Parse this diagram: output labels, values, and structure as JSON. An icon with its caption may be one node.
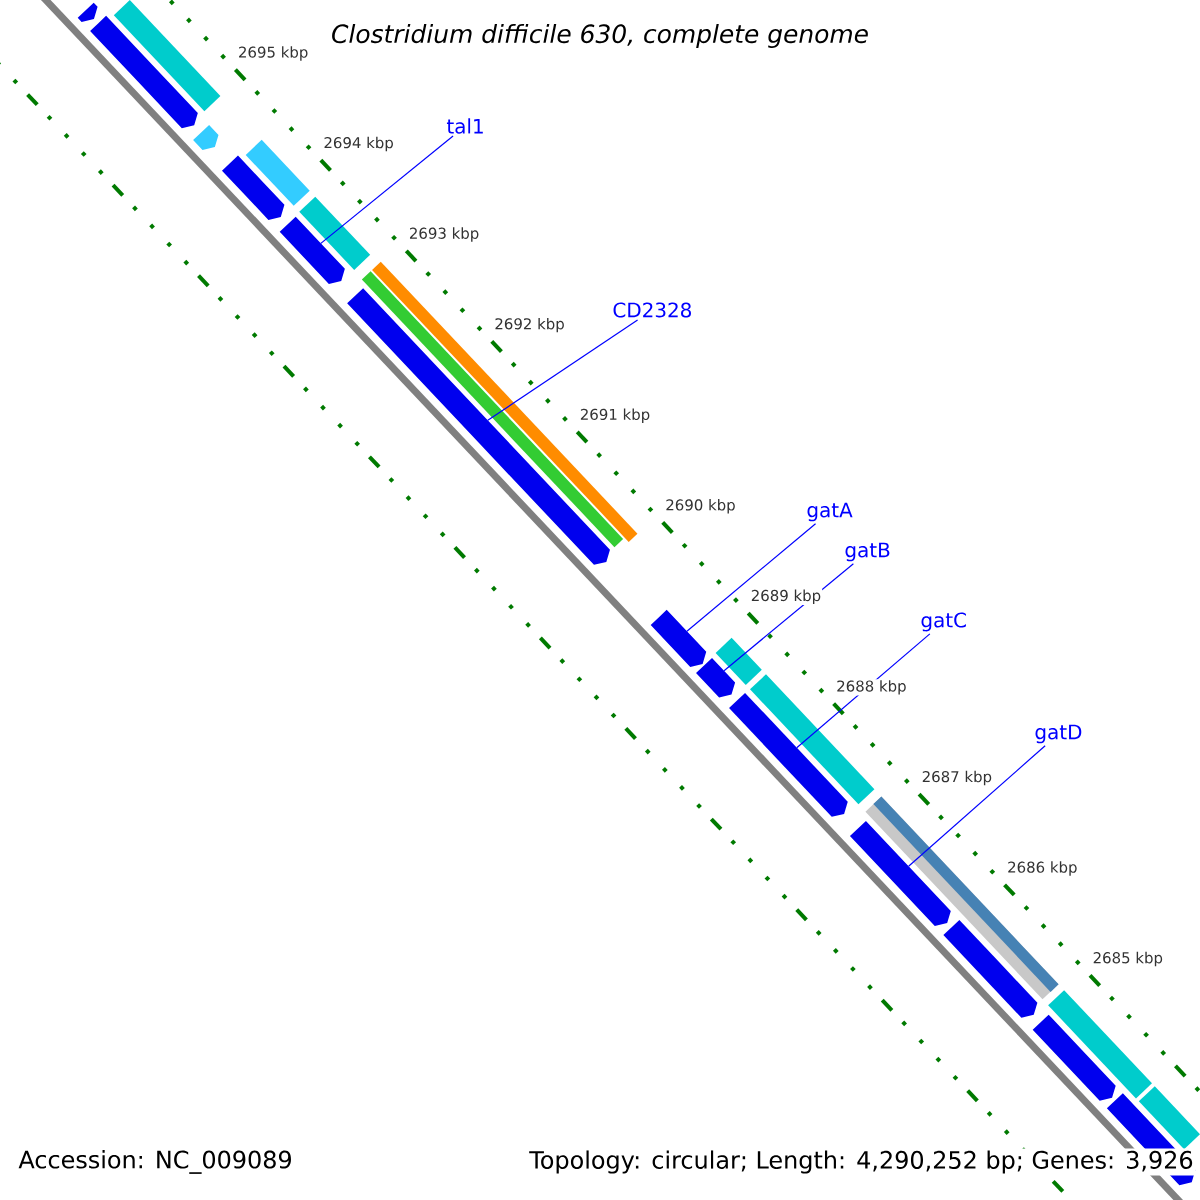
{
  "diagram": {
    "title": "Clostridium difficile 630, complete genome",
    "nodes": [
      {
        "text": [],
        "shape": "bar"
      },
      {
        "text": [],
        "shape": "bar"
      },
      {
        "text": [],
        "shape": "bar"
      },
      {
        "text": [],
        "shape": "bar"
      },
      {
        "text": [],
        "shape": "bar"
      },
      {
        "text": [],
        "shape": "bar"
      },
      {
        "text": [],
        "shape": "bar"
      },
      {
        "text": [],
        "shape": "bar"
      },
      {
        "text": [],
        "shape": "bar"
      },
      {
        "text": [],
        "shape": "bar"
      },
      {
        "text": [],
        "shape": "bar"
      },
      {
        "text": [],
        "shape": "bar"
      },
      {
        "text": [],
        "shape": "bar"
      },
      {
        "text": [],
        "shape": "bar"
      },
      {
        "text": [],
        "shape": "bar"
      },
      {
        "text": [],
        "shape": "bar"
      },
      {
        "text": [],
        "shape": "bar"
      },
      {
        "text": [],
        "shape": "bar"
      },
      {
        "text": [],
        "shape": "bar"
      },
      {
        "text": [],
        "shape": "bar"
      },
      {
        "text": [],
        "shape": "bar"
      },
      {
        "text": [],
        "shape": "bar"
      },
      {
        "text": [],
        "shape": "bar"
      },
      {
        "text": [
          "tal1"
        ]
      },
      {
        "text": [
          "CD2328"
        ]
      },
      {
        "text": [
          "gatA"
        ]
      },
      {
        "text": [
          "gatB"
        ]
      },
      {
        "text": [
          "gatC"
        ]
      },
      {
        "text": [
          "gatD"
        ]
      }
    ],
    "edges": [
      {
        "from": 23,
        "to": 7,
        "arrow": "none"
      },
      {
        "from": 24,
        "to": 10,
        "arrow": "none"
      },
      {
        "from": 25,
        "to": 11,
        "arrow": "none"
      },
      {
        "from": 26,
        "to": 13,
        "arrow": "none"
      },
      {
        "from": 27,
        "to": 15,
        "arrow": "none"
      },
      {
        "from": 28,
        "to": 17,
        "arrow": "none"
      }
    ],
    "labels": [
      "2695 kbp",
      "2694 kbp",
      "2693 kbp",
      "2692 kbp",
      "2691 kbp",
      "2690 kbp",
      "2689 kbp",
      "2688 kbp",
      "2687 kbp",
      "2686 kbp",
      "2685 kbp",
      "Accession: NC_009089",
      "Topology: circular; Length: 4,290,252 bp; Genes: 3,926"
    ]
  }
}
